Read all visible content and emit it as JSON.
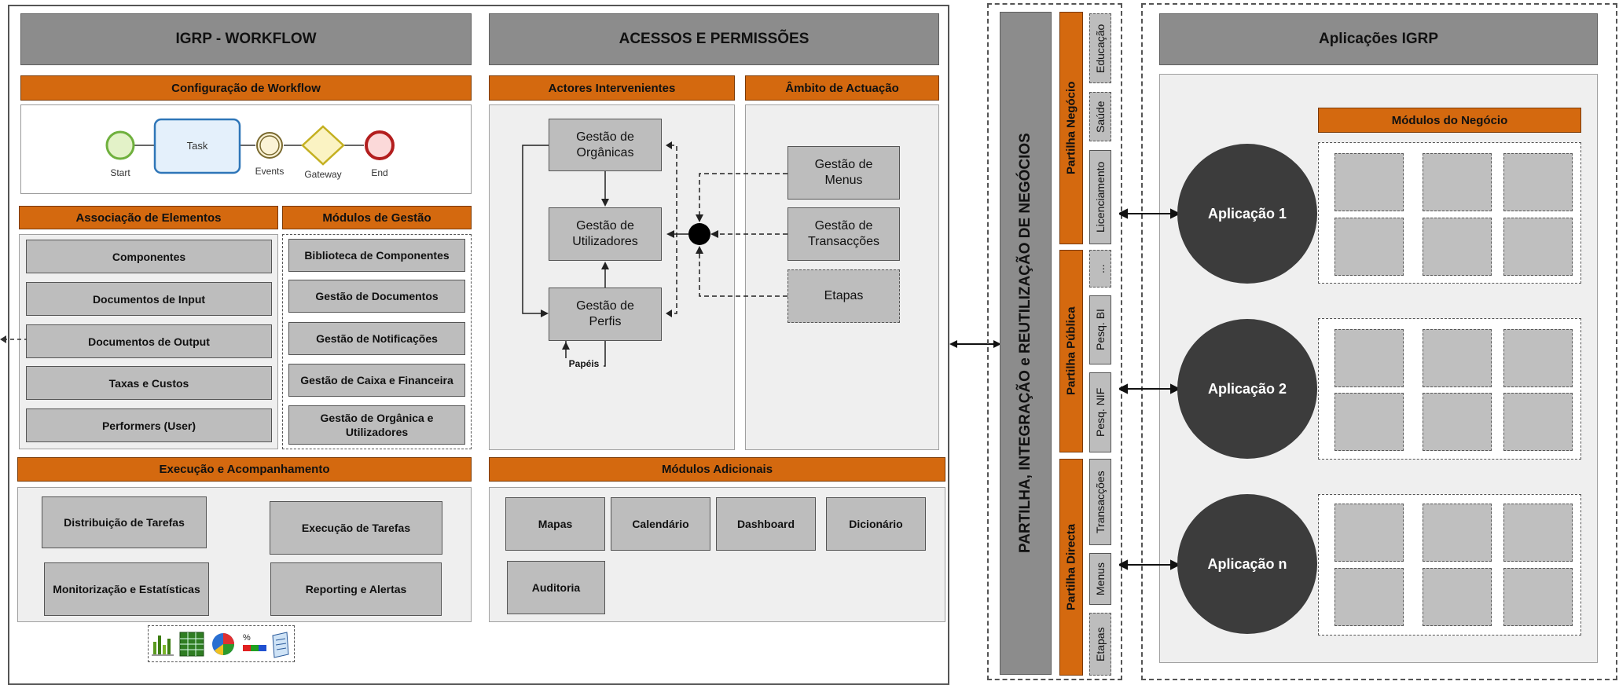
{
  "workflow": {
    "title": "IGRP - WORKFLOW",
    "config_bar": "Configuração de Workflow",
    "bpmn": {
      "start": "Start",
      "task": "Task",
      "events": "Events",
      "gateway": "Gateway",
      "end": "End"
    },
    "assoc_bar": "Associação de Elementos",
    "assoc_items": [
      "Componentes",
      "Documentos de Input",
      "Documentos de Output",
      "Taxas e Custos",
      "Performers (User)"
    ],
    "modulos_bar": "Módulos de Gestão",
    "modulos_items": [
      "Biblioteca de Componentes",
      "Gestão de Documentos",
      "Gestão de Notificações",
      "Gestão de Caixa e Financeira",
      "Gestão de Orgânica e Utilizadores"
    ],
    "exec_bar": "Execução e Acompanhamento",
    "exec_items": [
      "Distribuição de Tarefas",
      "Execução de Tarefas",
      "Monitorização e Estatísticas",
      "Reporting e Alertas"
    ]
  },
  "acessos": {
    "title": "ACESSOS E PERMISSÕES",
    "actores_bar": "Actores Intervenientes",
    "actores": [
      "Gestão de Orgânicas",
      "Gestão de Utilizadores",
      "Gestão de Perfis"
    ],
    "papeis": "Papéis",
    "ambito_bar": "Âmbito de Actuação",
    "ambito": [
      "Gestão de Menus",
      "Gestão de Transacções",
      "Etapas"
    ],
    "adicionais_bar": "Módulos Adicionais",
    "adicionais": [
      "Mapas",
      "Calendário",
      "Dashboard",
      "Dicionário",
      "Auditoria"
    ]
  },
  "partilha": {
    "title": "PARTILHA, INTEGRAÇÃO e REUTILIZAÇÃO DE NEGÓCIOS",
    "negocio": {
      "label": "Partilha Negócio",
      "items": [
        "Educação",
        "Saúde",
        "Licenciamento"
      ]
    },
    "publica": {
      "label": "Partilha Pública",
      "items": [
        "...",
        "Pesq. BI",
        "Pesq. NIF"
      ]
    },
    "directa": {
      "label": "Partilha Directa",
      "items": [
        "Transacções",
        "Menus",
        "Etapas"
      ]
    }
  },
  "aplicacoes": {
    "title": "Aplicações IGRP",
    "modulos_bar": "Módulos do Negócio",
    "apps": [
      "Aplicação 1",
      "Aplicação 2",
      "Aplicação n"
    ]
  },
  "colors": {
    "orange": "#d4690f",
    "gray_header": "#8c8c8c",
    "box_gray": "#bdbdbd",
    "panel": "#efefef",
    "circle": "#3c3c3c"
  },
  "icons": [
    "bar-chart-icon",
    "spreadsheet-icon",
    "pie-chart-icon",
    "percent-bar-icon",
    "report-icon"
  ]
}
